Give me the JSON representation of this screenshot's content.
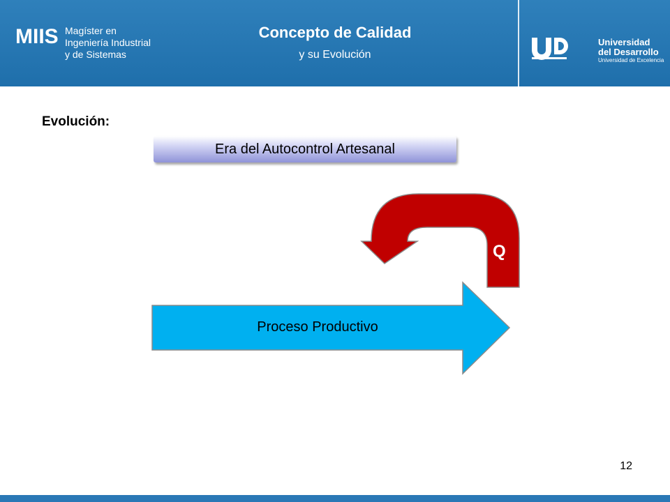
{
  "header": {
    "program_abbr": "MIIS",
    "program_lines": [
      "Magíster en",
      "Ingeniería Industrial",
      "y de Sistemas"
    ],
    "title": "Concepto de Calidad",
    "subtitle": "y su Evolución",
    "university_lines": [
      "Universidad",
      "del Desarrollo"
    ],
    "university_tagline": "Universidad de Excelencia"
  },
  "content": {
    "section_label": "Evolución:",
    "era_label": "Era del Autocontrol Artesanal",
    "q_label": "Q",
    "process_label": "Proceso Productivo"
  },
  "footer": {
    "page_number": "12"
  },
  "colors": {
    "header_blue": "#2576b4",
    "feedback_red": "#c00000",
    "process_cyan": "#00b0f0",
    "era_purple": "#8f93d8"
  }
}
